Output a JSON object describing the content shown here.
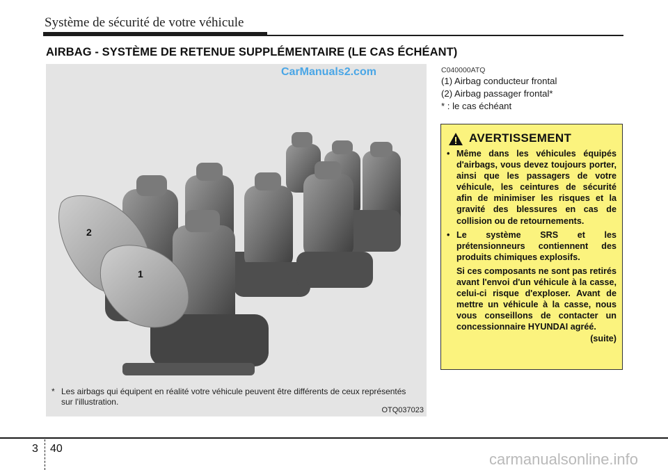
{
  "header": {
    "chapter_title": "Système de sécurité de votre véhicule"
  },
  "section": {
    "title": "AIRBAG - SYSTÈME DE RETENUE SUPPLÉMENTAIRE (LE CAS ÉCHÉANT)"
  },
  "figure": {
    "watermark": "CarManuals2.com",
    "callout_1": "1",
    "callout_2": "2",
    "note_star": "*",
    "note": "Les airbags qui équipent en réalité votre véhicule peuvent être différents de ceux représentés sur l'illustration.",
    "code": "OTQ037023"
  },
  "text": {
    "code": "C040000ATQ",
    "items": [
      "(1) Airbag conducteur frontal",
      "(2) Airbag passager frontal*",
      "* : le cas échéant"
    ]
  },
  "warning": {
    "heading": "AVERTISSEMENT",
    "bullet": "•",
    "item1": "Même dans les véhicules équipés d'airbags, vous devez toujours porter, ainsi que les passagers de votre véhicule, les ceintures de sécurité afin de minimiser les risques et la gravité des blessures en cas de collision ou de retournements.",
    "item2": "Le système SRS et les prétensionneurs contiennent des produits chimiques explosifs.",
    "item2_cont": "Si ces composants ne sont pas retirés avant l'envoi d'un véhicule à la casse, celui-ci risque d'exploser. Avant de mettre un véhicule à la casse, nous vous conseillons de contacter un concessionnaire HYUNDAI agréé.",
    "continued": "(suite)"
  },
  "footer": {
    "chapter": "3",
    "page": "40",
    "watermark": "carmanualsonline.info"
  },
  "colors": {
    "warning_bg": "#fbf37e",
    "watermark_blue": "#4aa6e6",
    "figure_bg": "#e4e4e4"
  }
}
